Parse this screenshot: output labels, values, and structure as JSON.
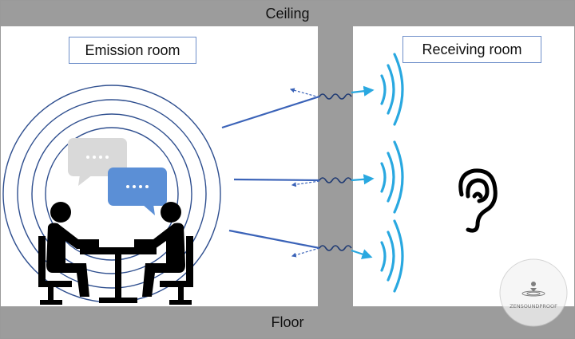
{
  "labels": {
    "ceiling": "Ceiling",
    "floor": "Floor",
    "emission_room": "Emission room",
    "receiving_room": "Receiving room"
  },
  "watermark": {
    "text": "ZENSOUNDPROOF"
  },
  "colors": {
    "structure_gray": "#9c9c9c",
    "arrow_blue": "#3b63b8",
    "wave_blue": "#29a8e0",
    "bubble_blue": "#5b8fd6",
    "bubble_gray": "#d9d9d9",
    "figure_black": "#000000"
  },
  "icons": {
    "listener": "ear-icon",
    "speakers": "two-people-at-table-icon",
    "speech": "speech-bubble-icon"
  }
}
